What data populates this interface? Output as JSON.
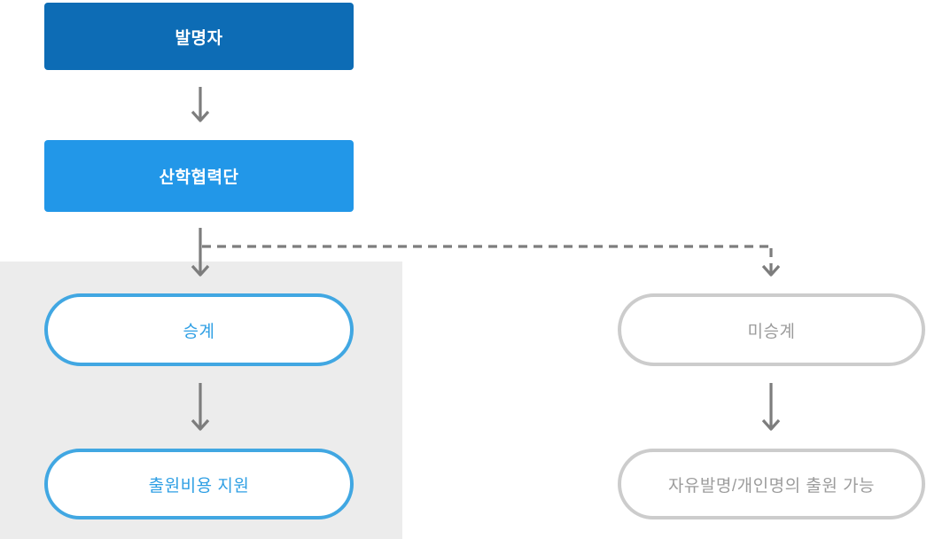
{
  "flow": {
    "inventor": "발명자",
    "foundation": "산학협력단",
    "succession": "승계",
    "support": "출원비용 지원",
    "nonsuccession": "미승계",
    "free_filing": "자유발명/개인명의 출원 가능"
  },
  "colors": {
    "inventor_box_bg": "#0d6cb5",
    "foundation_box_bg": "#2297e8",
    "blue_pill_border": "#41a7e2",
    "blue_pill_text": "#2f9fe4",
    "gray_pill_border": "#cccccc",
    "gray_pill_text": "#9c9c9c",
    "arrow": "#7d7d7d",
    "highlight_panel_bg": "#ececec"
  }
}
